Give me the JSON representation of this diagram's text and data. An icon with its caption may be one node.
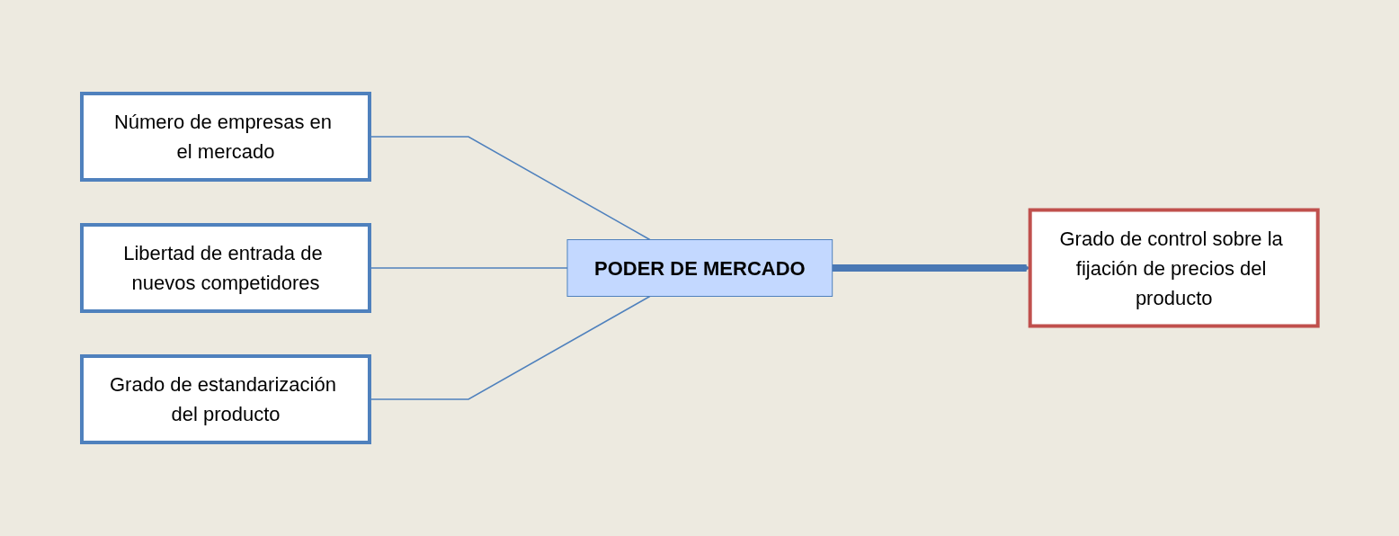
{
  "diagram": {
    "nodes": [
      {
        "text": [
          "Número de empresas en el mercado"
        ]
      },
      {
        "text": [
          "Libertad de entrada de nuevos competidores"
        ]
      },
      {
        "text": [
          "Grado de estandarización del producto"
        ]
      },
      {
        "text": [
          "PODER DE MERCADO"
        ]
      },
      {
        "text": [
          "Grado de control sobre la fijación de precios del producto"
        ]
      }
    ],
    "edges": [
      {
        "from": 0,
        "to": 3,
        "arrow": "none"
      },
      {
        "from": 1,
        "to": 3,
        "arrow": "none"
      },
      {
        "from": 2,
        "to": 3,
        "arrow": "none"
      },
      {
        "from": 3,
        "to": 4,
        "arrow": "to",
        "style": "thick",
        "color": "#4a78b4"
      }
    ]
  }
}
